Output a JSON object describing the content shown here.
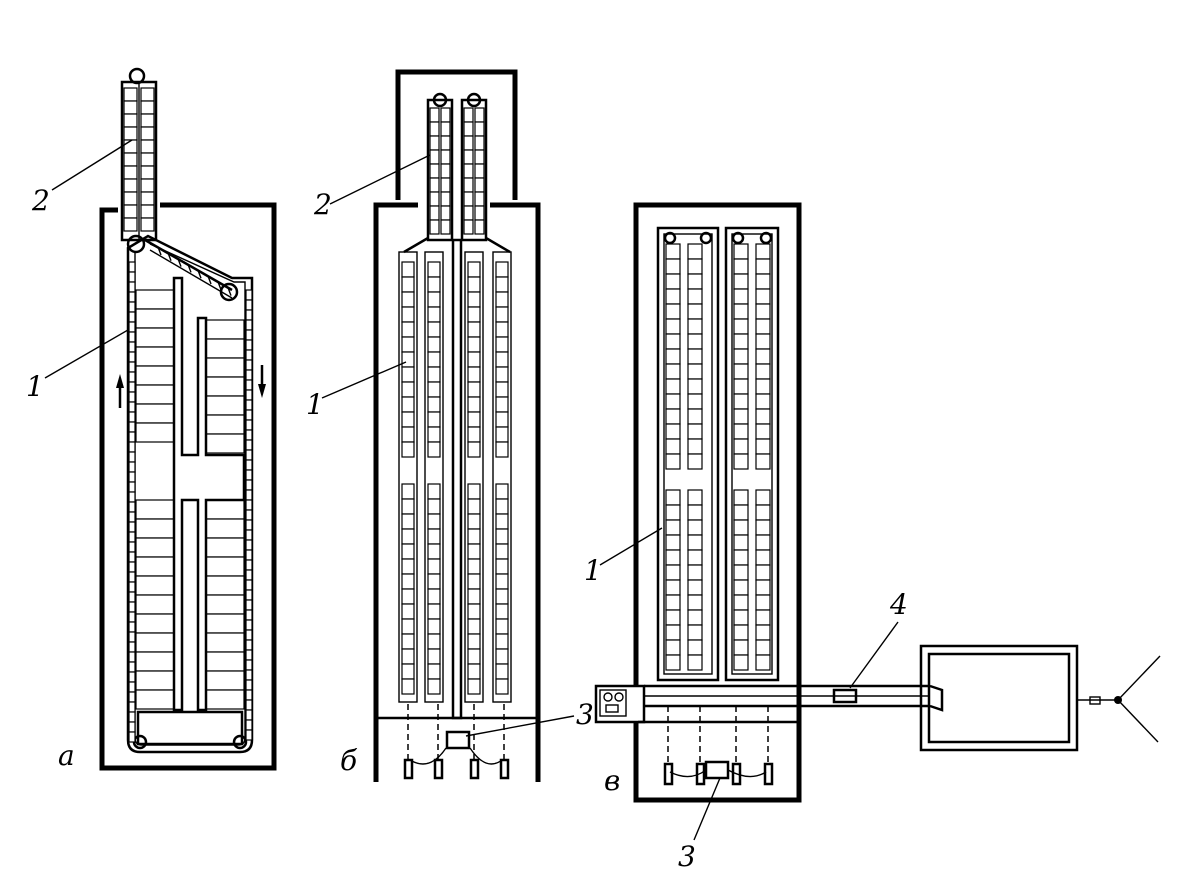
{
  "figure": {
    "panel_labels": {
      "a": "а",
      "b": "б",
      "c": "в"
    },
    "callouts": {
      "a_1": "1",
      "a_2": "2",
      "b_1": "1",
      "b_2": "2",
      "b_3": "3",
      "c_1": "1",
      "c_3": "3",
      "c_4": "4"
    }
  }
}
